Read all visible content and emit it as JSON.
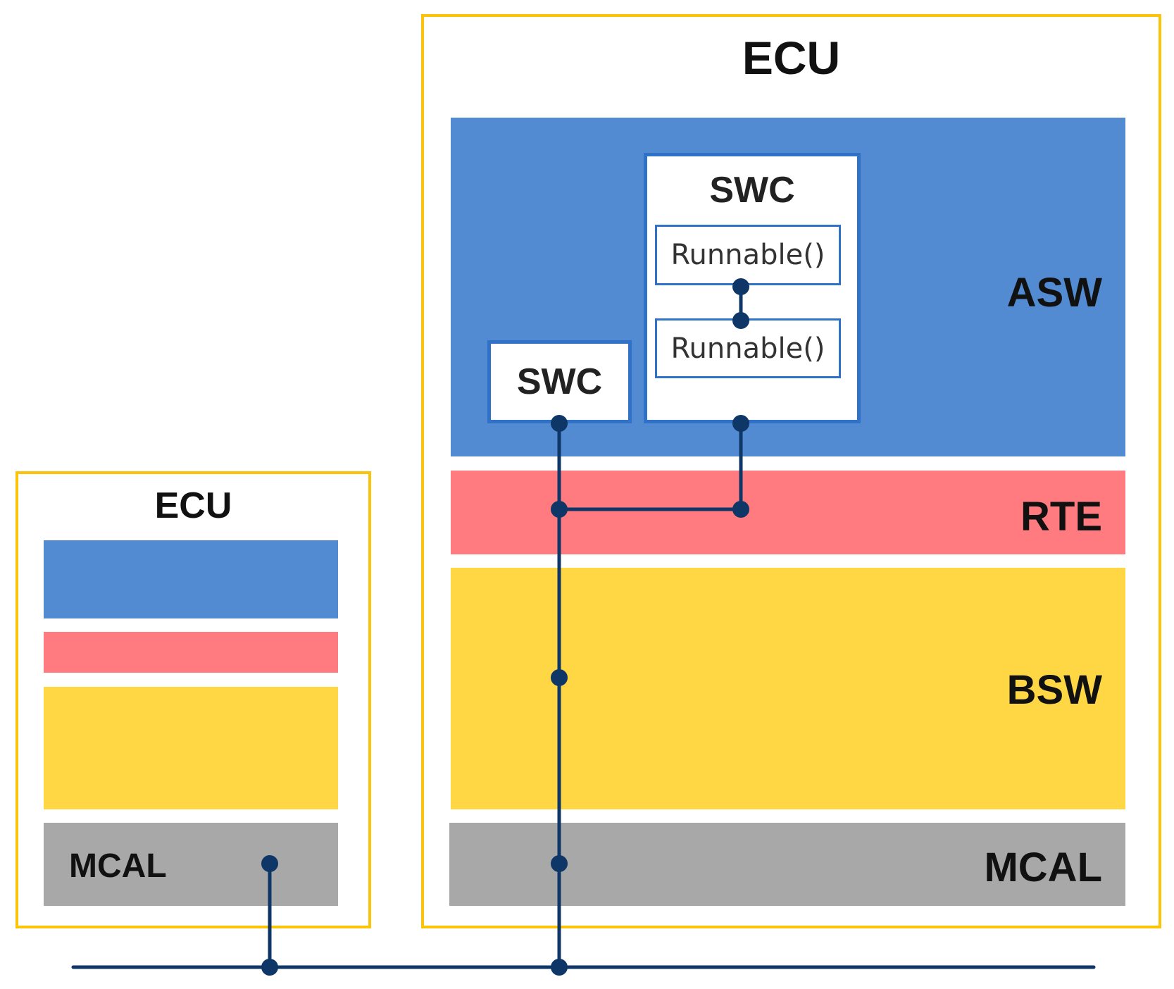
{
  "colors": {
    "ecu_border": "#FBC40A",
    "asw": "#528BD2",
    "rte": "#FF7B80",
    "bsw": "#FFD643",
    "mcal": "#A8A8A8",
    "swc_border": "#2F72C8",
    "bus_line": "#0E3666"
  },
  "small_ecu": {
    "title": "ECU",
    "mcal_label": "MCAL"
  },
  "large_ecu": {
    "title": "ECU",
    "layers": {
      "asw": "ASW",
      "rte": "RTE",
      "bsw": "BSW",
      "mcal": "MCAL"
    },
    "swc_small": {
      "title": "SWC"
    },
    "swc_large": {
      "title": "SWC",
      "runnables": [
        "Runnable()",
        "Runnable()"
      ]
    }
  }
}
